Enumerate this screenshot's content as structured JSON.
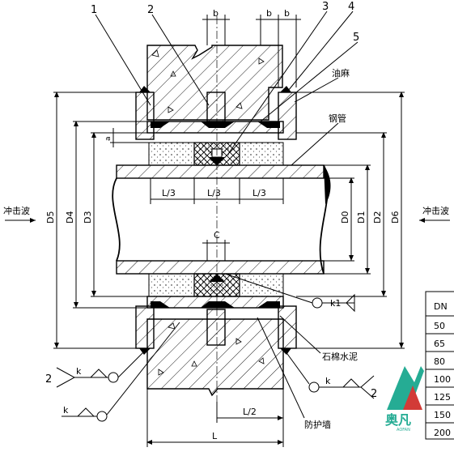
{
  "leaders": {
    "n1": "1",
    "n2": "2",
    "n3": "3",
    "n4": "4",
    "n5": "5",
    "oil_hemp": "油麻",
    "steel_pipe": "钢管",
    "asbestos_cement": "石棉水泥",
    "protect_wall": "防护墙"
  },
  "side_labels": {
    "left_wave": "冲击波",
    "right_wave": "冲击波"
  },
  "dims": {
    "b1": "b",
    "b2": "b",
    "b3": "b",
    "a": "a",
    "l3_1": "L/3",
    "l3_2": "L/3",
    "l3_3": "L/3",
    "c": "C",
    "l2": "L/2",
    "L": "L",
    "d5": "D5",
    "d4": "D4",
    "d3": "D3",
    "d0": "D0",
    "d1": "D1",
    "d2": "D2",
    "d6": "D6"
  },
  "symbols": {
    "k1": "k1",
    "k_a": "k",
    "k_b": "k",
    "k_c": "k",
    "two_a": "2",
    "two_b": "2"
  },
  "table": {
    "header": "DN",
    "rows": [
      "50",
      "65",
      "80",
      "100",
      "125",
      "150",
      "200"
    ]
  },
  "logo": {
    "text": "奥凡",
    "sub": "AOFAN",
    "color_green": "#1aa88f",
    "color_red": "#d0312d"
  }
}
